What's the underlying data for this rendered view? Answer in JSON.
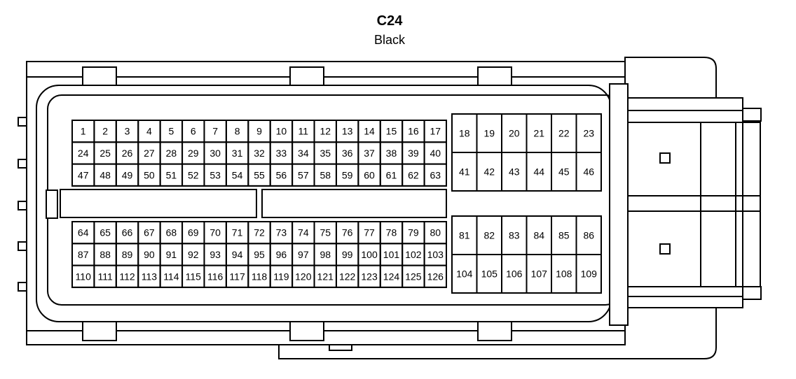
{
  "connector": {
    "id": "C24",
    "color": "Black"
  },
  "pins": {
    "left_top": [
      [
        "1",
        "2",
        "3",
        "4",
        "5",
        "6",
        "7",
        "8",
        "9",
        "10",
        "11",
        "12",
        "13",
        "14",
        "15",
        "16",
        "17"
      ],
      [
        "24",
        "25",
        "26",
        "27",
        "28",
        "29",
        "30",
        "31",
        "32",
        "33",
        "34",
        "35",
        "36",
        "37",
        "38",
        "39",
        "40"
      ],
      [
        "47",
        "48",
        "49",
        "50",
        "51",
        "52",
        "53",
        "54",
        "55",
        "56",
        "57",
        "58",
        "59",
        "60",
        "61",
        "62",
        "63"
      ]
    ],
    "left_bottom": [
      [
        "64",
        "65",
        "66",
        "67",
        "68",
        "69",
        "70",
        "71",
        "72",
        "73",
        "74",
        "75",
        "76",
        "77",
        "78",
        "79",
        "80"
      ],
      [
        "87",
        "88",
        "89",
        "90",
        "91",
        "92",
        "93",
        "94",
        "95",
        "96",
        "97",
        "98",
        "99",
        "100",
        "101",
        "102",
        "103"
      ],
      [
        "110",
        "111",
        "112",
        "113",
        "114",
        "115",
        "116",
        "117",
        "118",
        "119",
        "120",
        "121",
        "122",
        "123",
        "124",
        "125",
        "126"
      ]
    ],
    "right_top": [
      [
        "18",
        "19",
        "20",
        "21",
        "22",
        "23"
      ],
      [
        "41",
        "42",
        "43",
        "44",
        "45",
        "46"
      ]
    ],
    "right_bottom": [
      [
        "81",
        "82",
        "83",
        "84",
        "85",
        "86"
      ],
      [
        "104",
        "105",
        "106",
        "107",
        "108",
        "109"
      ]
    ]
  }
}
